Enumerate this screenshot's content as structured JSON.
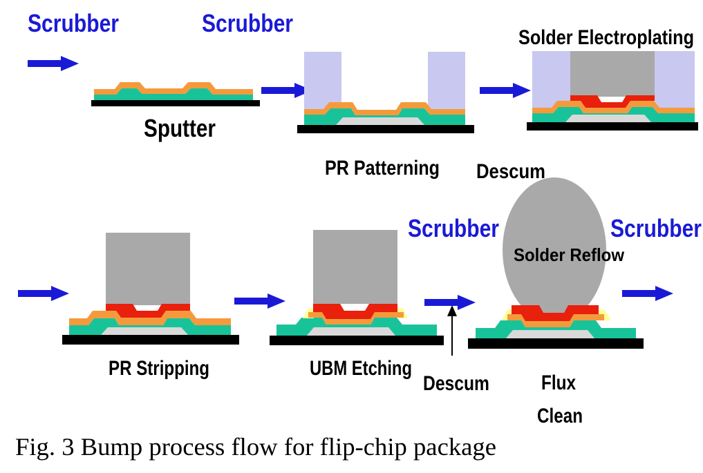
{
  "colors": {
    "arrow": "#1a1ad6",
    "substrate": "#000000",
    "pad": "#d9d9d9",
    "passivation": "#19c39a",
    "ubm": "#f59a3c",
    "photoresist": "#c8c8f0",
    "solder": "#a9a9a9",
    "imc": "#e8200c",
    "flux": "#ffff99"
  },
  "labels": {
    "scrubber_1": "Scrubber",
    "scrubber_2": "Scrubber",
    "scrubber_3": "Scrubber",
    "scrubber_4": "Scrubber",
    "sputter": "Sputter",
    "pr_patterning": "PR Patterning",
    "descum_1": "Descum",
    "solder_electroplating": "Solder Electroplating",
    "pr_stripping": "PR Stripping",
    "ubm_etching": "UBM Etching",
    "descum_2": "Descum",
    "solder_reflow": "Solder Reflow",
    "flux": "Flux",
    "clean": "Clean"
  },
  "caption": "Fig. 3 Bump process flow for flip-chip package"
}
